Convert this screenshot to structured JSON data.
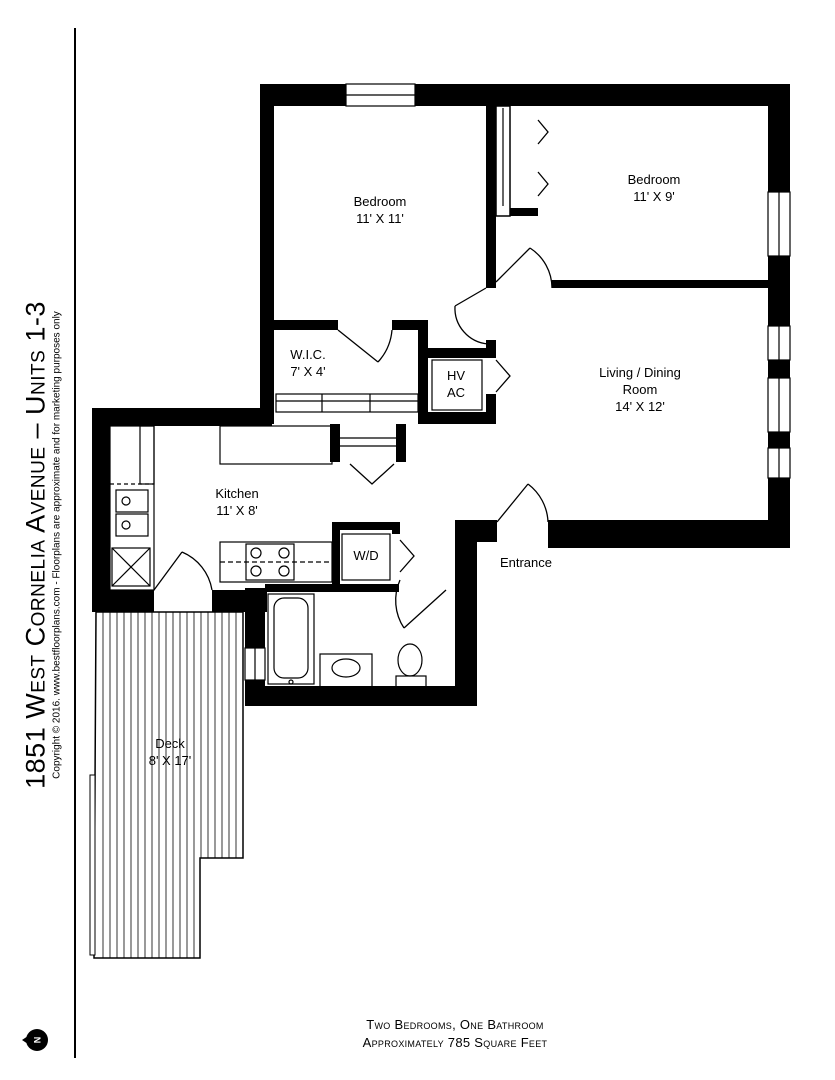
{
  "title": {
    "main": "1851 West Cornelia Avenue – Units 1-3",
    "copyright": "Copyright © 2016. www.bestfloorplans.com - Floorplans are approximate and for marketing purposes only"
  },
  "compass": {
    "label": "N"
  },
  "rooms": {
    "bedroom1": {
      "name": "Bedroom",
      "size": "11' X 11'"
    },
    "bedroom2": {
      "name": "Bedroom",
      "size": "11' X 9'"
    },
    "wic": {
      "name": "W.I.C.",
      "size": "7' X 4'"
    },
    "hvac": {
      "line1": "HV",
      "line2": "AC"
    },
    "living": {
      "line1": "Living / Dining",
      "line2": "Room",
      "size": "14' X 12'"
    },
    "kitchen": {
      "name": "Kitchen",
      "size": "11' X 8'"
    },
    "wd": {
      "name": "W/D"
    },
    "entrance": {
      "name": "Entrance"
    },
    "deck": {
      "name": "Deck",
      "size": "8' X 17'"
    }
  },
  "summary": {
    "line1": "Two Bedrooms, One Bathroom",
    "line2": "Approximately 785 Square Feet"
  }
}
